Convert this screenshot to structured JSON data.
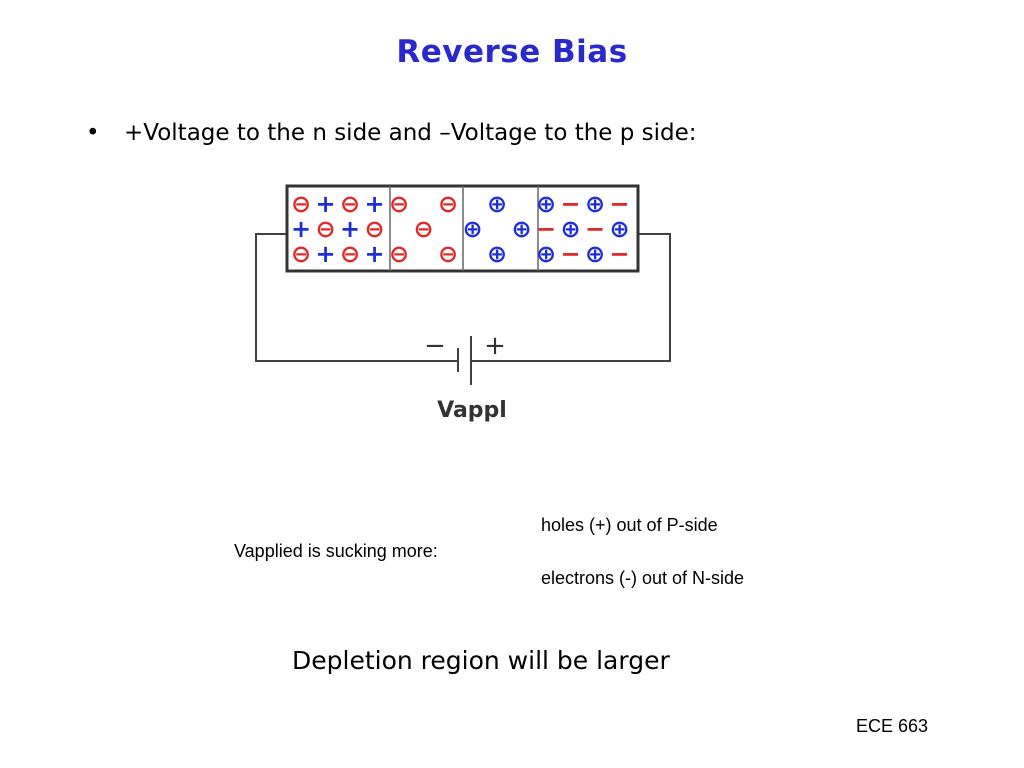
{
  "slide": {
    "title": "Reverse Bias",
    "bullet": "+Voltage to the n side and –Voltage to the p side:",
    "bullet_marker": "•"
  },
  "diagram": {
    "battery_minus": "−",
    "battery_plus": "+",
    "battery_label": "Vappl",
    "colors": {
      "red": "#e02828",
      "blue": "#1f2fd8",
      "line": "#404040"
    },
    "rows": [
      [
        "⊖",
        "+",
        "⊖",
        "+",
        "⊖",
        "",
        "⊖",
        "",
        "⊕",
        "",
        "⊕",
        "−",
        "⊕",
        "−"
      ],
      [
        "+",
        "⊖",
        "+",
        "⊖",
        "",
        "⊖",
        "",
        "⊕",
        "",
        "⊕",
        "−",
        "⊕",
        "−",
        "⊕"
      ],
      [
        "⊖",
        "+",
        "⊖",
        "+",
        "⊖",
        "",
        "⊖",
        "",
        "⊕",
        "",
        "⊕",
        "−",
        "⊕",
        "−"
      ]
    ]
  },
  "notes": {
    "left": "Vapplied is sucking more:",
    "holes": "holes (+) out of P-side",
    "electrons": "electrons (-) out of N-side"
  },
  "conclusion": "Depletion region will be larger",
  "footer": "ECE 663"
}
